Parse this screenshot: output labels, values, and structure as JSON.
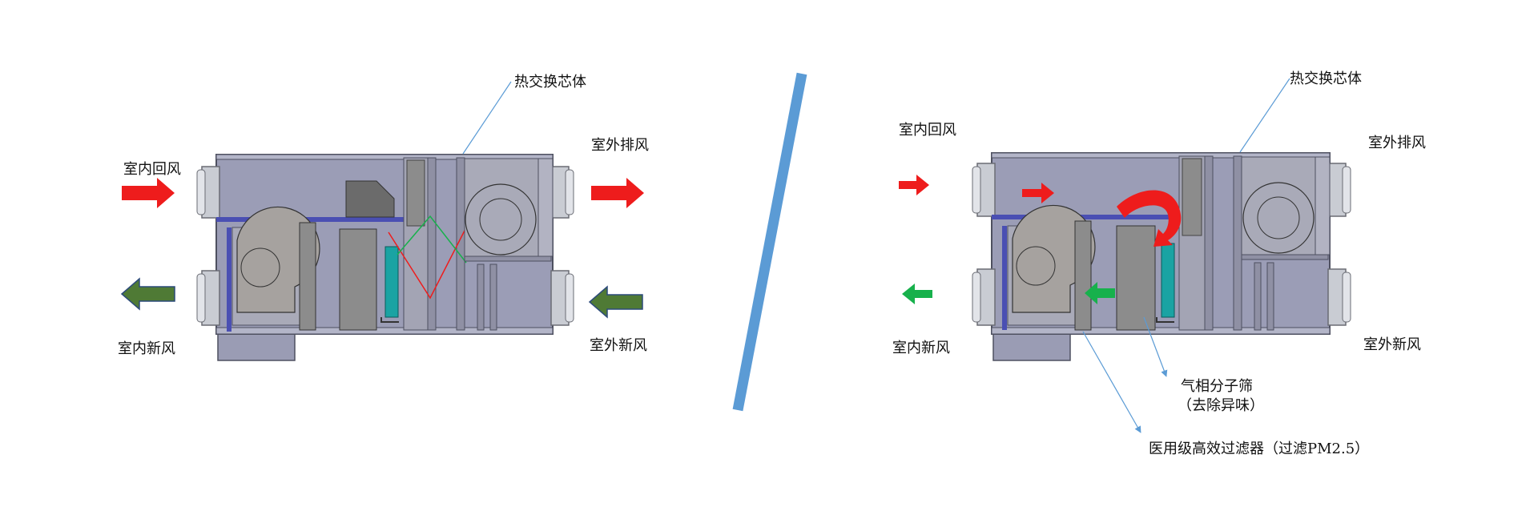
{
  "colors": {
    "housing": "#9b9db6",
    "housing_stroke": "#4e5060",
    "panel": "#a9aab8",
    "filter": "#8c8c8c",
    "filter_dark": "#6f6f6f",
    "duct": "#c9ccd3",
    "duct_stroke": "#6a6c74",
    "divider": "#4a4fb3",
    "teal": "#1aa3a3",
    "red": "#ee1c1c",
    "olive": "#4f7a35",
    "green": "#17b14c",
    "separator": "#5b9bd5",
    "leader": "#5b9bd5"
  },
  "left": {
    "label_heat_core": "热交换芯体",
    "label_indoor_return": "室内回风",
    "label_outdoor_exhaust": "室外排风",
    "label_indoor_fresh": "室内新风",
    "label_outdoor_fresh": "室外新风"
  },
  "right": {
    "label_heat_core": "热交换芯体",
    "label_indoor_return": "室内回风",
    "label_outdoor_exhaust": "室外排风",
    "label_indoor_fresh": "室内新风",
    "label_outdoor_fresh": "室外新风",
    "label_molecular_sieve": "气相分子筛",
    "label_molecular_sieve_note": "（去除异味）",
    "label_hepa": "医用级高效过滤器（过滤PM2.5）"
  }
}
